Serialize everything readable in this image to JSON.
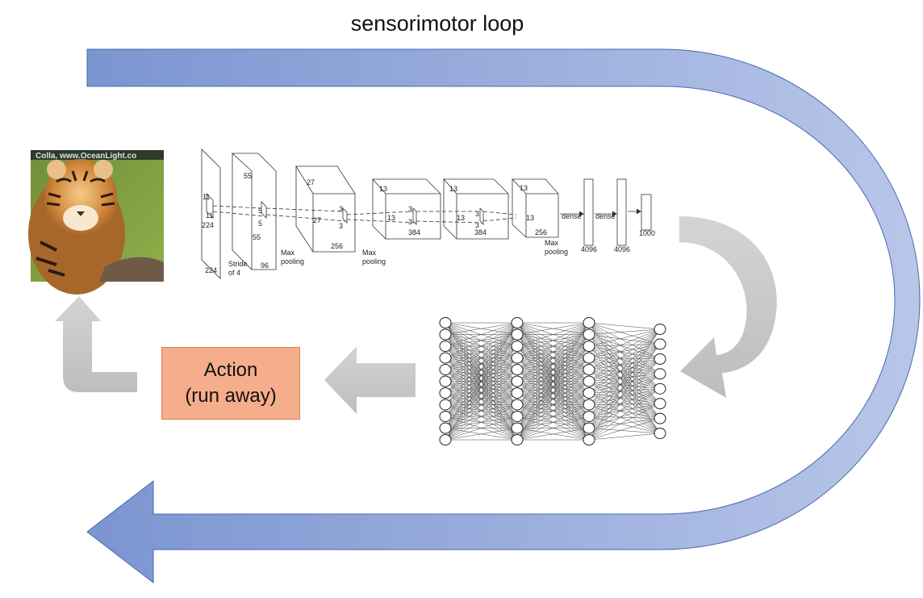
{
  "title": "sensorimotor loop",
  "action": {
    "line1": "Action",
    "line2": "(run away)"
  },
  "image": {
    "watermark": "Colla, www.OceanLight.co"
  },
  "alexnet": {
    "input": {
      "w": "224",
      "h": "224",
      "kernel": "11",
      "kernel2": "11"
    },
    "stride": [
      "Stride",
      "of 4"
    ],
    "conv1": {
      "top": "55",
      "side": "55",
      "depth": "96",
      "k1": "5",
      "k2": "5"
    },
    "conv2": {
      "top": "27",
      "side": "27",
      "depth": "256",
      "k1": "3",
      "k2": "3"
    },
    "conv3": {
      "top": "13",
      "side": "13",
      "depth": "384",
      "k1": "3",
      "k2": "3"
    },
    "conv4": {
      "top": "13",
      "side": "13",
      "depth": "384",
      "k1": "3",
      "k2": "3"
    },
    "conv5": {
      "top": "13",
      "side": "13",
      "depth": "256"
    },
    "pool1": [
      "Max",
      "pooling"
    ],
    "pool2": [
      "Max",
      "pooling"
    ],
    "pool3": [
      "Max",
      "pooling"
    ],
    "dense1": {
      "label": "dense",
      "size": "4096"
    },
    "dense2": {
      "label": "dense",
      "size": "4096"
    },
    "output": {
      "size": "1000"
    }
  },
  "colors": {
    "loop_start": "#7c96d2",
    "loop_end": "#b3c2e6",
    "loop_border": "#4a68b0",
    "gray_arrow": "#c9c9c9",
    "action_fill": "#f5ad8b"
  },
  "mlp": {
    "layers": [
      11,
      11,
      11,
      8
    ]
  }
}
